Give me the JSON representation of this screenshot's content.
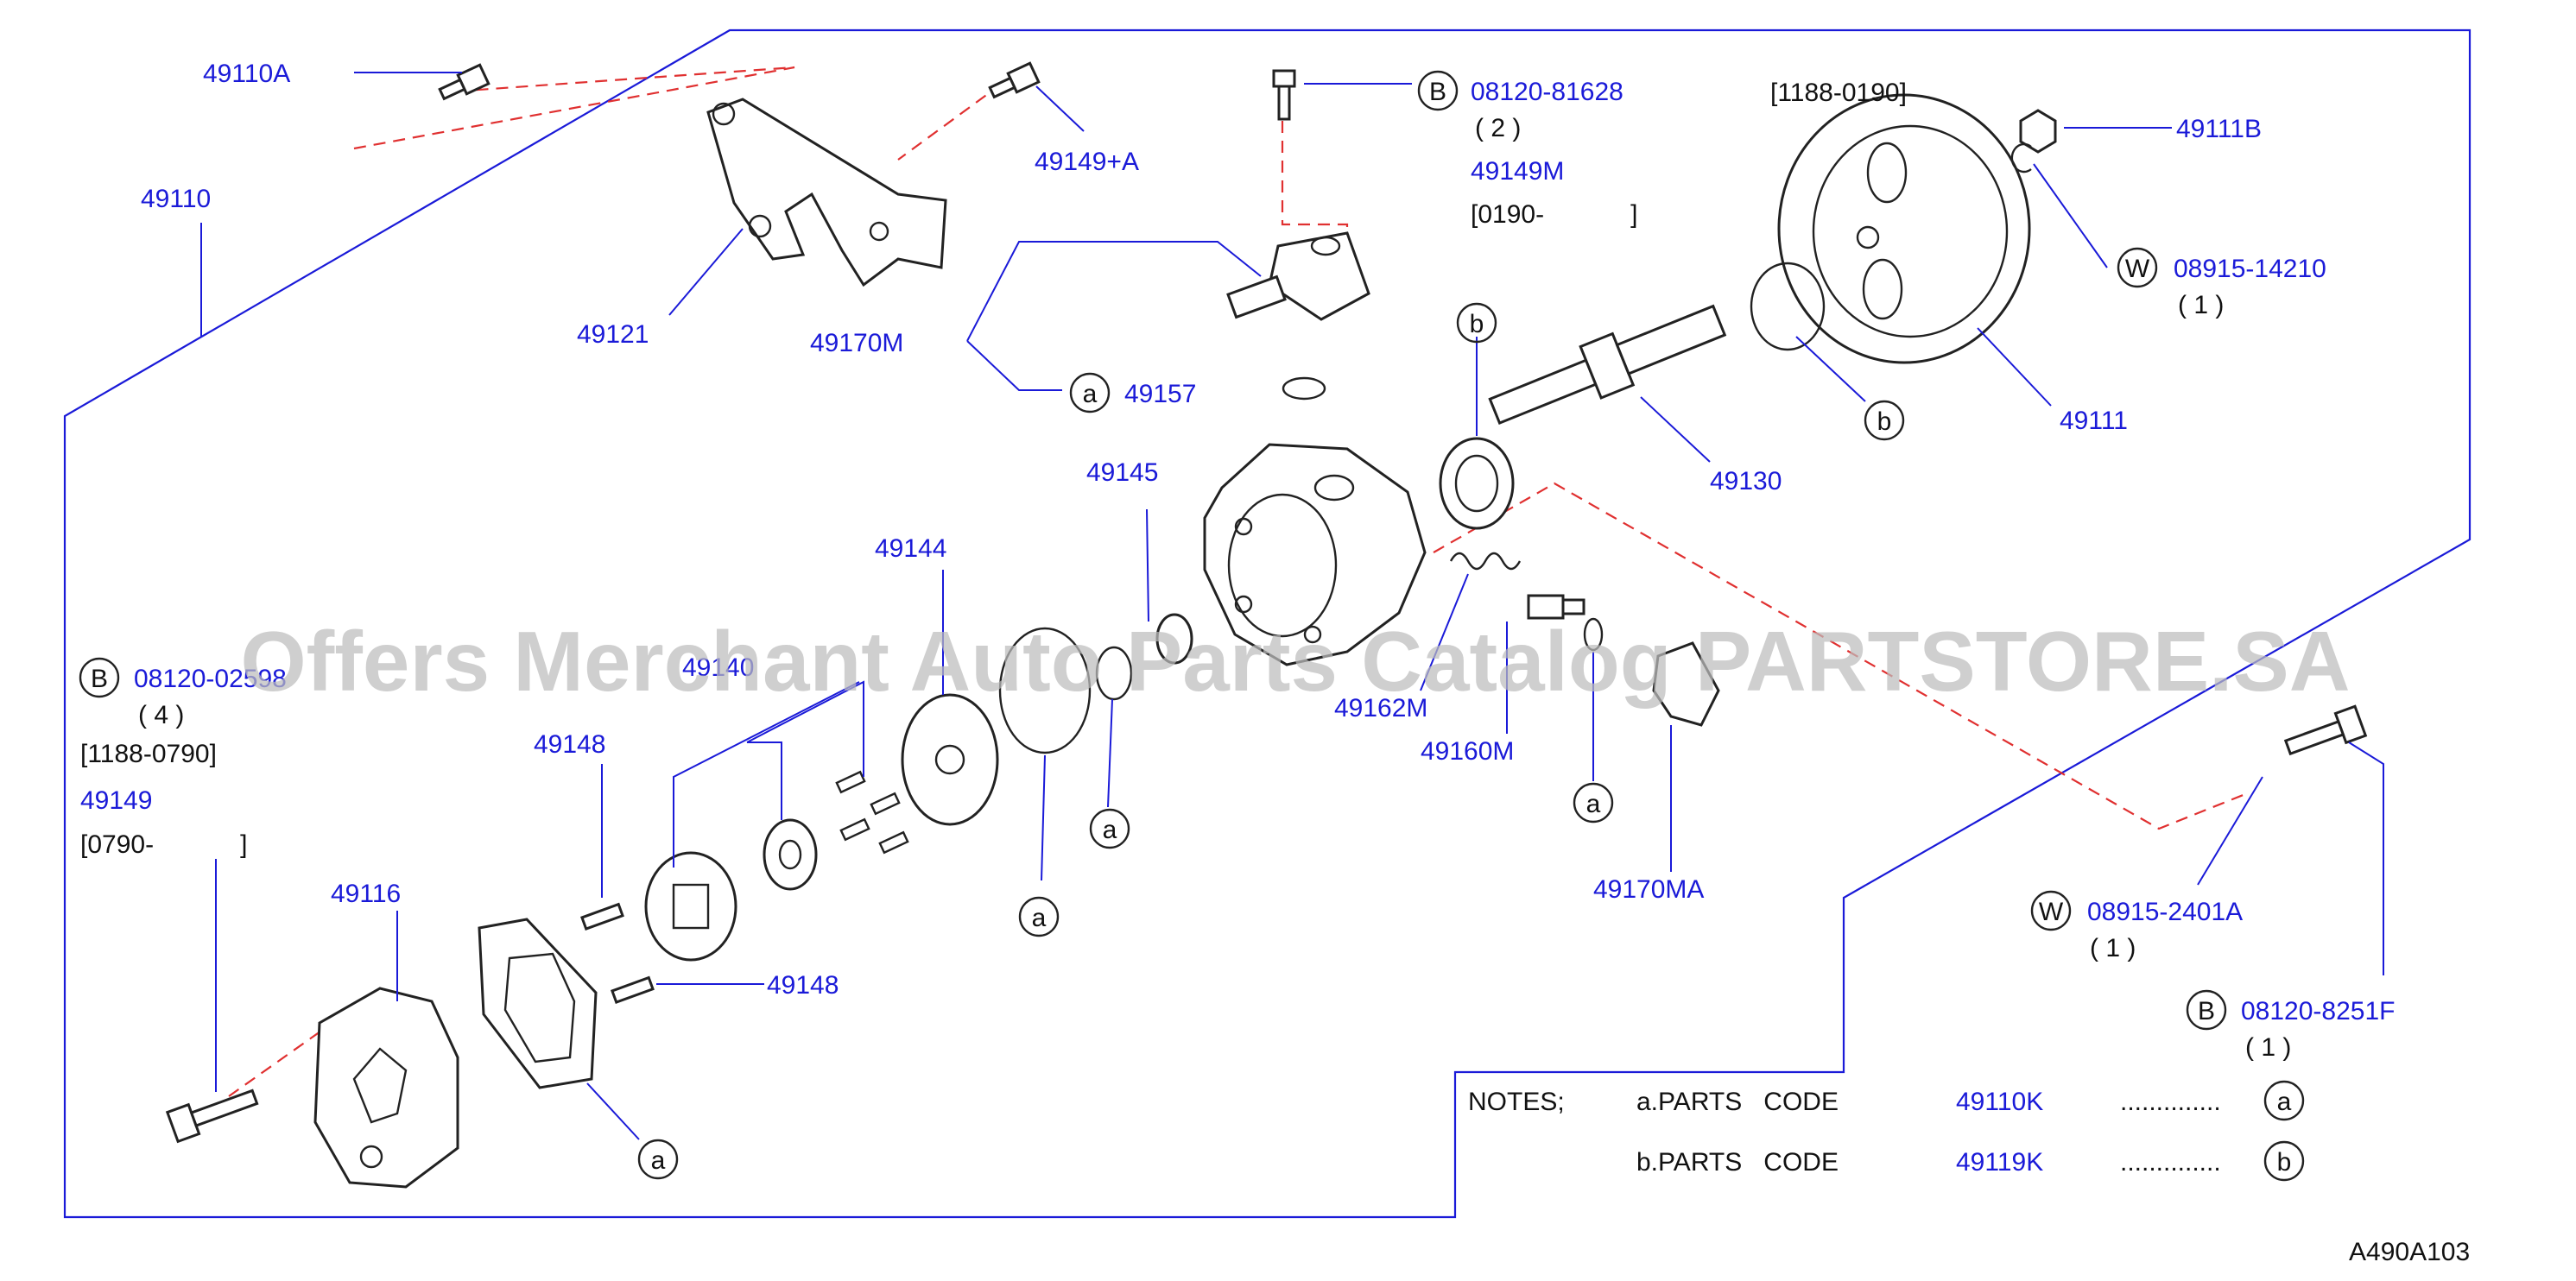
{
  "watermark": "Offers Merchant Auto Parts Catalog PARTSTORE.SA",
  "diagram_code": "A490A103",
  "colors": {
    "part_number": "#1a1ad8",
    "leader_line": "#1a1ad8",
    "dashed_guide": "#e03030",
    "outline": "#222222",
    "watermark": "#bdbdbd"
  },
  "labels": {
    "p49110A": "49110A",
    "p49110": "49110",
    "p49121": "49121",
    "p49149A": "49149+A",
    "p49170M": "49170M",
    "p49157": "49157",
    "p49149M": "49149M",
    "p49111B": "49111B",
    "p49111": "49111",
    "p49130": "49130",
    "p49145": "49145",
    "p49144": "49144",
    "p49140": "49140",
    "p49148a": "49148",
    "p49148b": "49148",
    "p49116": "49116",
    "p49162M": "49162M",
    "p49160M": "49160M",
    "p49170MA": "49170MA",
    "p49149": "49149"
  },
  "fasteners": {
    "b_top": {
      "letter": "B",
      "code": "08120-81628",
      "qty": "( 2 )",
      "range": "[0190-            ]"
    },
    "w_top": {
      "letter": "W",
      "code": "08915-14210",
      "qty": "( 1 )"
    },
    "b_left": {
      "letter": "B",
      "code": "08120-02598",
      "qty": "( 4 )",
      "range": "[1188-0790]",
      "range2": "[0790-            ]"
    },
    "w_right": {
      "letter": "W",
      "code": "08915-2401A",
      "qty": "( 1 )"
    },
    "b_right": {
      "letter": "B",
      "code": "08120-8251F",
      "qty": "( 1 )"
    }
  },
  "pulley_range": "[1188-0190]",
  "callouts": {
    "a": "a",
    "b": "b"
  },
  "notes": {
    "heading": "NOTES;",
    "rows": [
      {
        "label": "a.PARTS   CODE",
        "code": "49110K",
        "dots": "..............",
        "letter": "a"
      },
      {
        "label": "b.PARTS   CODE",
        "code": "49119K",
        "dots": "..............",
        "letter": "b"
      }
    ]
  }
}
